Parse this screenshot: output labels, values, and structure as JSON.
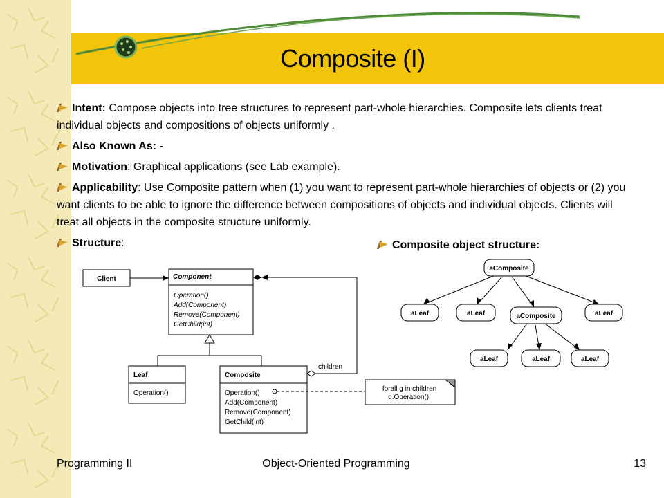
{
  "slide": {
    "title": "Composite (I)",
    "bullets": {
      "intent_label": "Intent:",
      "intent_text": " Compose objects into tree structures to represent part-whole hierarchies. Composite lets clients treat individual objects and compositions of objects uniformly .",
      "aka_label": "Also Known As",
      "aka_text": ": -",
      "motivation_label": "Motivation",
      "motivation_text": ": Graphical applications (see Lab example).",
      "applicability_label": "Applicability",
      "applicability_text": ": Use Composite pattern when (1) you want to represent part-whole hierarchies of objects or (2) you want clients to be able to ignore the difference between compositions of objects and individual objects. Clients will treat all objects in the composite structure uniformly.",
      "structure_label": "Structure",
      "structure_text": ":"
    },
    "object_structure_heading": "Composite object structure:"
  },
  "uml": {
    "client": "Client",
    "component": {
      "name": "Component",
      "ops": [
        "Operation()",
        "Add(Component)",
        "Remove(Component)",
        "GetChild(int)"
      ]
    },
    "leaf": {
      "name": "Leaf",
      "ops": [
        "Operation()"
      ]
    },
    "composite": {
      "name": "Composite",
      "ops": [
        "Operation()",
        "Add(Component)",
        "Remove(Component)",
        "GetChild(int)"
      ]
    },
    "children_label": "children",
    "note": [
      "forall g in children",
      "g.Operation();"
    ]
  },
  "tree": {
    "root": "aComposite",
    "level1": [
      "aLeaf",
      "aLeaf",
      "aComposite",
      "aLeaf"
    ],
    "level2": [
      "aLeaf",
      "aLeaf",
      "aLeaf"
    ]
  },
  "footer": {
    "left": "Programming II",
    "center": "Object-Oriented Programming",
    "page": "13"
  }
}
